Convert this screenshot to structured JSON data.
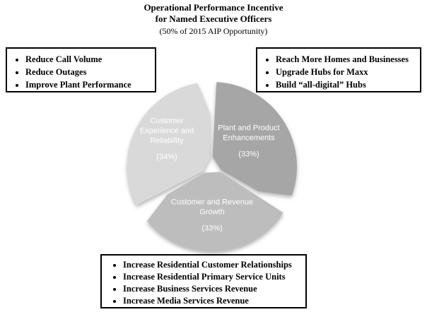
{
  "title": {
    "line1": "Operational Performance Incentive",
    "line2": "for Named Executive Officers",
    "line3": "(50% of 2015 AIP Opportunity)"
  },
  "callouts": {
    "top_left": {
      "items": [
        "Reduce Call Volume",
        "Reduce Outages",
        "Improve Plant Performance"
      ]
    },
    "top_right": {
      "items": [
        "Reach More Homes and Businesses",
        "Upgrade Hubs for Maxx",
        "Build “all-digital” Hubs"
      ]
    },
    "bottom": {
      "items": [
        "Increase Residential Customer Relationships",
        "Increase Residential Primary Service Units",
        "Increase Business Services Revenue",
        "Increase Media Services Revenue"
      ]
    }
  },
  "diagram": {
    "text_color": "#ffffff",
    "segments": [
      {
        "id": "customer-experience-reliability",
        "label": "Customer Experience and Reliability",
        "percent": "(34%)",
        "value": 34,
        "color": "#d9d9d9"
      },
      {
        "id": "plant-product-enhancements",
        "label": "Plant and Product Enhancements",
        "percent": "(33%)",
        "value": 33,
        "color": "#a6a6a6"
      },
      {
        "id": "customer-revenue-growth",
        "label": "Customer and Revenue Growth",
        "percent": "(33%)",
        "value": 33,
        "color": "#bdbdbd"
      }
    ]
  },
  "chart_data": {
    "type": "pie",
    "title": "Operational Performance Incentive for Named Executive Officers (50% of 2015 AIP Opportunity)",
    "categories": [
      "Customer Experience and Reliability",
      "Plant and Product Enhancements",
      "Customer and Revenue Growth"
    ],
    "values": [
      34,
      33,
      33
    ],
    "legend_position": "inside",
    "annotations": [
      "Customer Experience and Reliability: Reduce Call Volume; Reduce Outages; Improve Plant Performance",
      "Plant and Product Enhancements: Reach More Homes and Businesses; Upgrade Hubs for Maxx; Build “all-digital” Hubs",
      "Customer and Revenue Growth: Increase Residential Customer Relationships; Increase Residential Primary Service Units; Increase Business Services Revenue; Increase Media Services Revenue"
    ]
  }
}
